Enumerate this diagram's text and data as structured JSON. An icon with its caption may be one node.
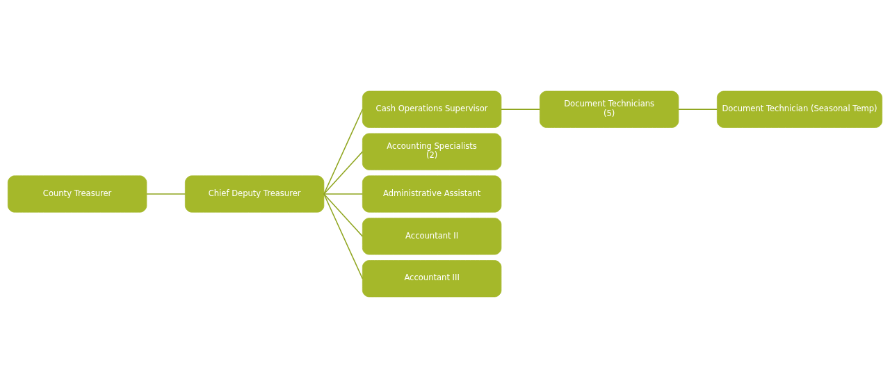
{
  "diagram": {
    "nodes": [
      {
        "text": [
          "County Treasurer"
        ]
      },
      {
        "text": [
          "Chief Deputy Treasurer"
        ]
      },
      {
        "text": [
          "Cash Operations Supervisor"
        ]
      },
      {
        "text": [
          "Document Technicians",
          "(5)"
        ]
      },
      {
        "text": [
          "Document Technician (Seasonal Temp)"
        ]
      },
      {
        "text": [
          "Accounting Specialists",
          "(2)"
        ]
      },
      {
        "text": [
          "Administrative Assistant"
        ]
      },
      {
        "text": [
          "Accountant II"
        ]
      },
      {
        "text": [
          "Accountant III"
        ]
      }
    ],
    "edges": [
      {
        "from": 0,
        "to": 1,
        "arrow": "none"
      },
      {
        "from": 1,
        "to": 2,
        "arrow": "none"
      },
      {
        "from": 2,
        "to": 3,
        "arrow": "none"
      },
      {
        "from": 3,
        "to": 4,
        "arrow": "none"
      },
      {
        "from": 1,
        "to": 5,
        "arrow": "none"
      },
      {
        "from": 1,
        "to": 6,
        "arrow": "none"
      },
      {
        "from": 1,
        "to": 7,
        "arrow": "none"
      },
      {
        "from": 1,
        "to": 8,
        "arrow": "none"
      }
    ]
  }
}
